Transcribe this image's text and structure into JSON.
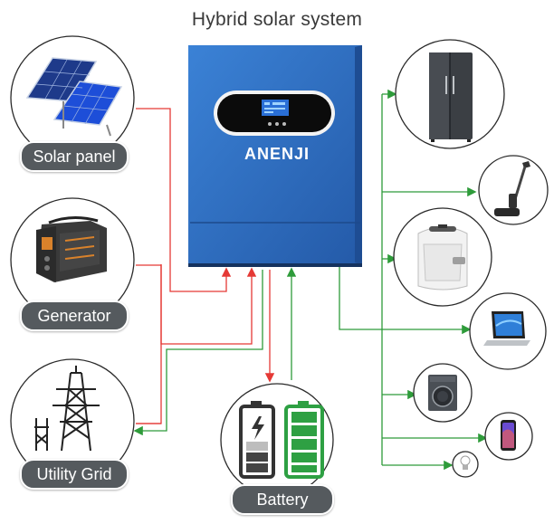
{
  "title": "Hybrid solar system",
  "inverter": {
    "brand": "ANENJI"
  },
  "sources": [
    {
      "label": "Solar panel",
      "icon": "solar-panel-icon"
    },
    {
      "label": "Generator",
      "icon": "generator-icon"
    },
    {
      "label": "Utility Grid",
      "icon": "power-tower-icon"
    }
  ],
  "storage": {
    "label": "Battery",
    "icon": "battery-icon"
  },
  "loads": [
    {
      "icon": "refrigerator-icon"
    },
    {
      "icon": "vacuum-cleaner-icon"
    },
    {
      "icon": "air-fryer-icon"
    },
    {
      "icon": "laptop-icon"
    },
    {
      "icon": "washing-machine-icon"
    },
    {
      "icon": "smartphone-icon"
    },
    {
      "icon": "light-bulb-icon"
    }
  ],
  "colors": {
    "inverter_blue": "#2f6fc0",
    "input_line": "#e53935",
    "output_line": "#2e9b3a",
    "battery_charged": "#2ea043",
    "label_bg": "#555a5e"
  }
}
